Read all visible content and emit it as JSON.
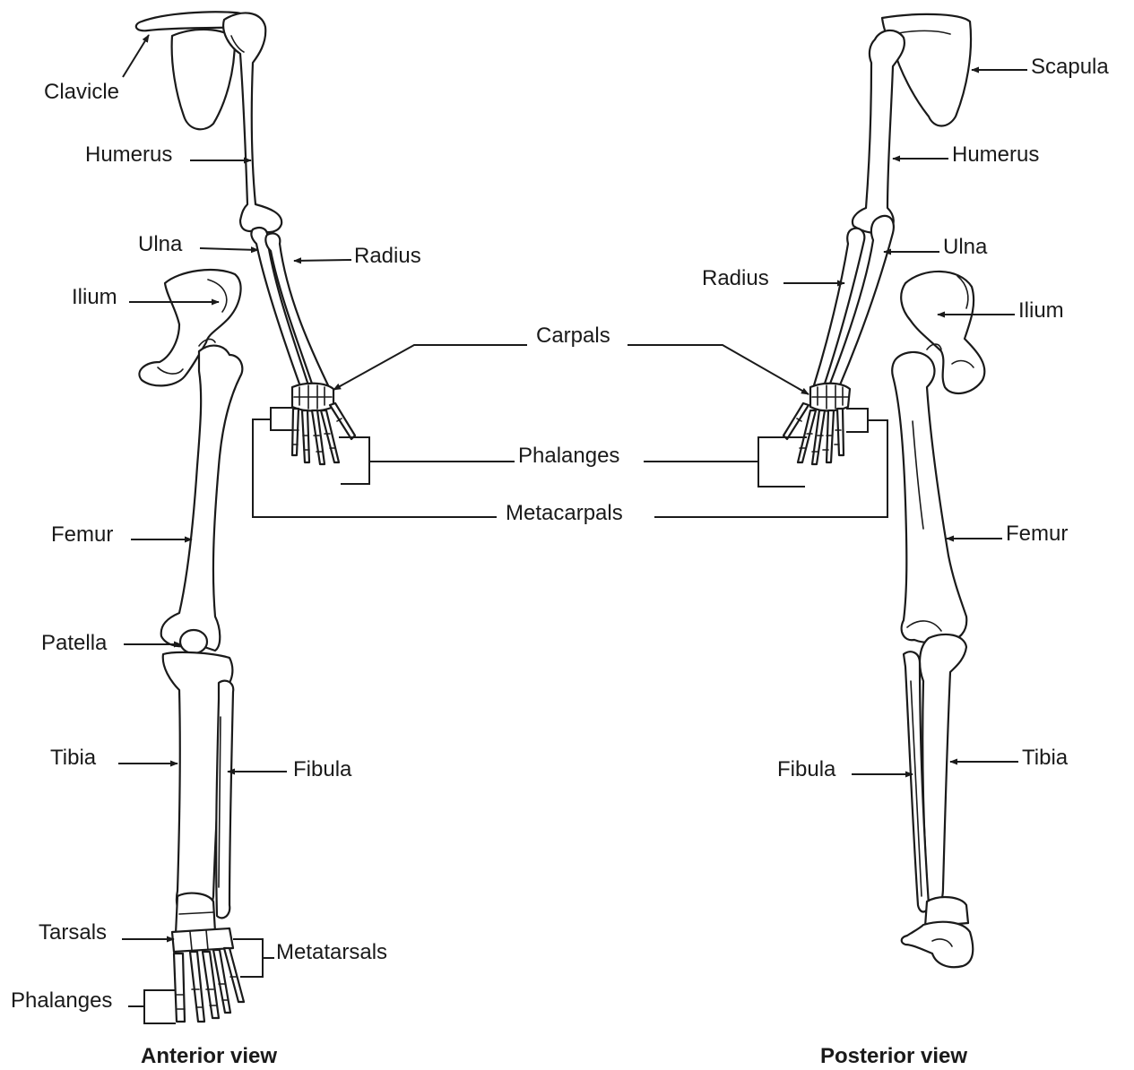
{
  "labels": {
    "anterior": {
      "clavicle": "Clavicle",
      "humerus": "Humerus",
      "ulna": "Ulna",
      "radius": "Radius",
      "ilium": "Ilium",
      "femur": "Femur",
      "patella": "Patella",
      "tibia": "Tibia",
      "fibula": "Fibula",
      "tarsals": "Tarsals",
      "metatarsals": "Metatarsals",
      "phalanges": "Phalanges"
    },
    "center": {
      "carpals": "Carpals",
      "phalanges": "Phalanges",
      "metacarpals": "Metacarpals"
    },
    "posterior": {
      "scapula": "Scapula",
      "humerus": "Humerus",
      "ulna": "Ulna",
      "radius": "Radius",
      "ilium": "Ilium",
      "femur": "Femur",
      "fibula": "Fibula",
      "tibia": "Tibia"
    }
  },
  "captions": {
    "anterior": "Anterior view",
    "posterior": "Posterior view"
  }
}
